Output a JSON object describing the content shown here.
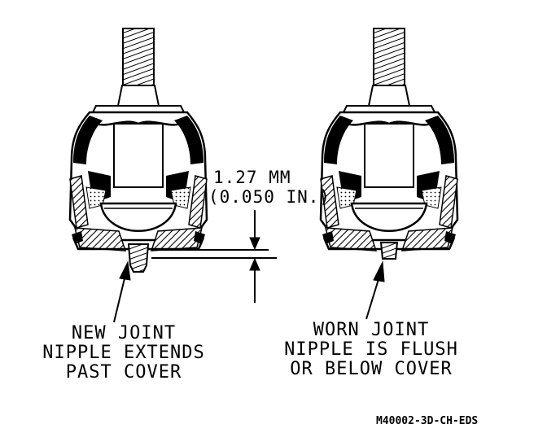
{
  "diagram": {
    "measurement": {
      "metric": "1.27 MM",
      "imperial": "(0.050 IN.)"
    },
    "new_joint": {
      "line1": "NEW JOINT",
      "line2": "NIPPLE EXTENDS",
      "line3": "PAST COVER"
    },
    "worn_joint": {
      "line1": "WORN JOINT",
      "line2": "NIPPLE IS FLUSH",
      "line3": "OR BELOW COVER"
    },
    "figure_code": "M40002-3D-CH-EDS"
  }
}
